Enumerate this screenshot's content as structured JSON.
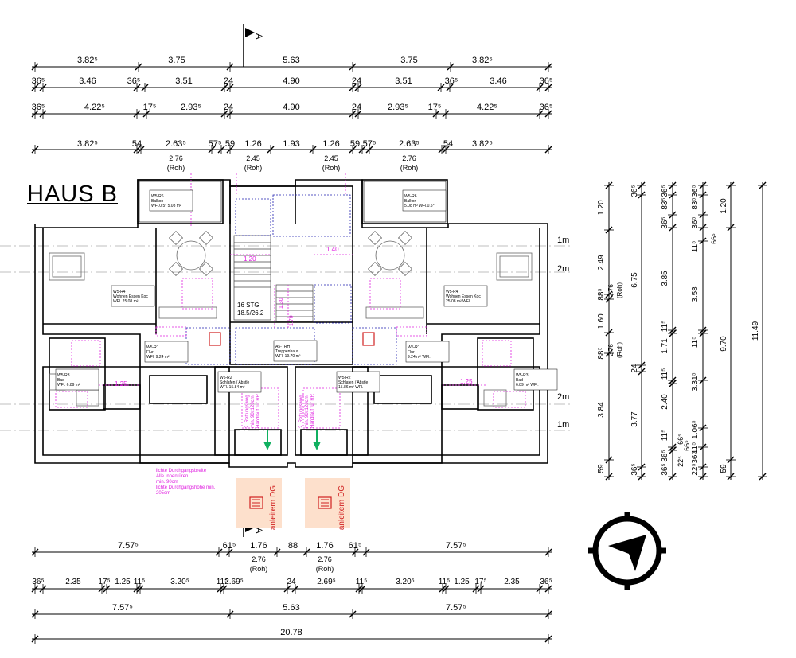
{
  "title": "HAUS B",
  "section_marker": "A",
  "top_dims": {
    "row1": [
      "3.82⁵",
      "3.75",
      "5.63",
      "3.75",
      "3.82⁵"
    ],
    "row2": [
      "36⁵",
      "3.46",
      "36⁵",
      "3.51",
      "24",
      "4.90",
      "24",
      "3.51",
      "36⁵",
      "3.46",
      "36⁵"
    ],
    "row3": [
      "36⁵",
      "4.22⁵",
      "17⁵",
      "2.93⁵",
      "24",
      "4.90",
      "24",
      "2.93⁵",
      "17⁵",
      "4.22⁵",
      "36⁵"
    ],
    "row4": [
      "3.82⁵",
      "54",
      "2.63⁵",
      "57⁵",
      "59",
      "1.26",
      "1.93",
      "1.26",
      "59",
      "57⁵",
      "2.63⁵",
      "54",
      "3.82⁵"
    ],
    "row4_sub": [
      "2.76",
      "(Roh)",
      "2.45",
      "(Roh)",
      "2.45",
      "(Roh)",
      "2.76",
      "(Roh)"
    ]
  },
  "bottom_dims": {
    "row1": [
      "7.57⁵",
      "61⁵",
      "1.76",
      "88",
      "1.76",
      "61⁵",
      "7.57⁵"
    ],
    "row1_sub": [
      "2.76",
      "(Roh)",
      "2.76",
      "(Roh)"
    ],
    "row2": [
      "36⁵",
      "2.35",
      "17⁵",
      "1.25",
      "11⁵",
      "3.20⁵",
      "11⁵",
      "2.69⁵",
      "24",
      "2.69⁵",
      "11⁵",
      "3.20⁵",
      "11⁵",
      "1.25",
      "17⁵",
      "2.35",
      "36⁵"
    ],
    "row3": [
      "7.57⁵",
      "5.63",
      "7.57⁵"
    ],
    "row4": [
      "20.78"
    ]
  },
  "right_dims": {
    "col1": [
      "1.20",
      "2.49",
      "88⁵",
      "1.60",
      "88⁵",
      "3.84",
      "59"
    ],
    "col1_sub": [
      "2.76",
      "(Roh)",
      "2.76",
      "(Roh)"
    ],
    "col2": [
      "36⁵",
      "6.75",
      "24",
      "3.77",
      "36⁵"
    ],
    "col3": [
      "36⁵",
      "83⁵",
      "36⁵",
      "3.85",
      "11⁵",
      "1.71",
      "11⁵",
      "2.40",
      "11⁵",
      "36⁵",
      "36⁵"
    ],
    "col3b": [
      "66⁵",
      "22⁵"
    ],
    "col4": [
      "36⁵",
      "83⁵",
      "36⁵",
      "11⁵",
      "3.58",
      "11⁵",
      "3.31⁵",
      "1.06⁵",
      "11⁵",
      "36⁵",
      "22⁵"
    ],
    "col4b": [
      "66⁵",
      "66⁵"
    ],
    "col5": [
      "1.20",
      "9.70",
      "59"
    ],
    "col6": [
      "11.49"
    ]
  },
  "heights": [
    "1m",
    "2m",
    "2m",
    "1m"
  ],
  "rooms": [
    {
      "id": "W5-R6",
      "name": "Balkon",
      "area": "WFl.0.5°   5.08 m²"
    },
    {
      "id": "W5-R4",
      "name": "Wohnen Essen Koc",
      "area": "WFl.       25.08 m²"
    },
    {
      "id": "W5-R1",
      "name": "Flur",
      "area": "WFl.        9.24 m²"
    },
    {
      "id": "W5-R3",
      "name": "Bad",
      "area": "WFl.        6.89 m²"
    },
    {
      "id": "W5-R2",
      "name": "Schlafen / Abstle",
      "area": "WFl.      15.84 m²"
    },
    {
      "id": "A5-TRH",
      "name": "Treppenhaus",
      "area": "WFl.       19.70 m²"
    },
    {
      "id": "W5-R6",
      "name": "Balkon",
      "area": "5.08 m²  WFl.0.5°"
    },
    {
      "id": "W5-R4",
      "name": "Wohnen Essen Koc",
      "area": "25.08 m²  WFl."
    },
    {
      "id": "W5-R1",
      "name": "Flur",
      "area": "9.24 m²  WFl."
    },
    {
      "id": "W5-R3",
      "name": "Bad",
      "area": "6.89 m²  WFl."
    },
    {
      "id": "W5-R2",
      "name": "Schlafen / Abstle",
      "area": "15.86 m²  WFl."
    }
  ],
  "stair": {
    "count": "16 STG",
    "ratio": "18.5/26.2",
    "width1": "1.20",
    "width2": "1.40",
    "h1": "1.30",
    "h2": "1.70"
  },
  "bath_turn": "1.25",
  "rescue_lines": [
    "2. Rettungsweg",
    "min. 90x120cm",
    "Handlauf für RR"
  ],
  "note_lines": [
    "lichte Durchgangsbreite",
    "Alle Innentüren",
    "min. 90cm",
    "lichte Durchgangshöhe min.",
    "205cm"
  ],
  "ladder_label": "anleitern DG",
  "colors": {
    "magenta": "#e020e0",
    "blue": "#2020b0",
    "red": "#d02020",
    "orange": "#fde0cc",
    "green": "#10b060",
    "wall": "#000000"
  }
}
